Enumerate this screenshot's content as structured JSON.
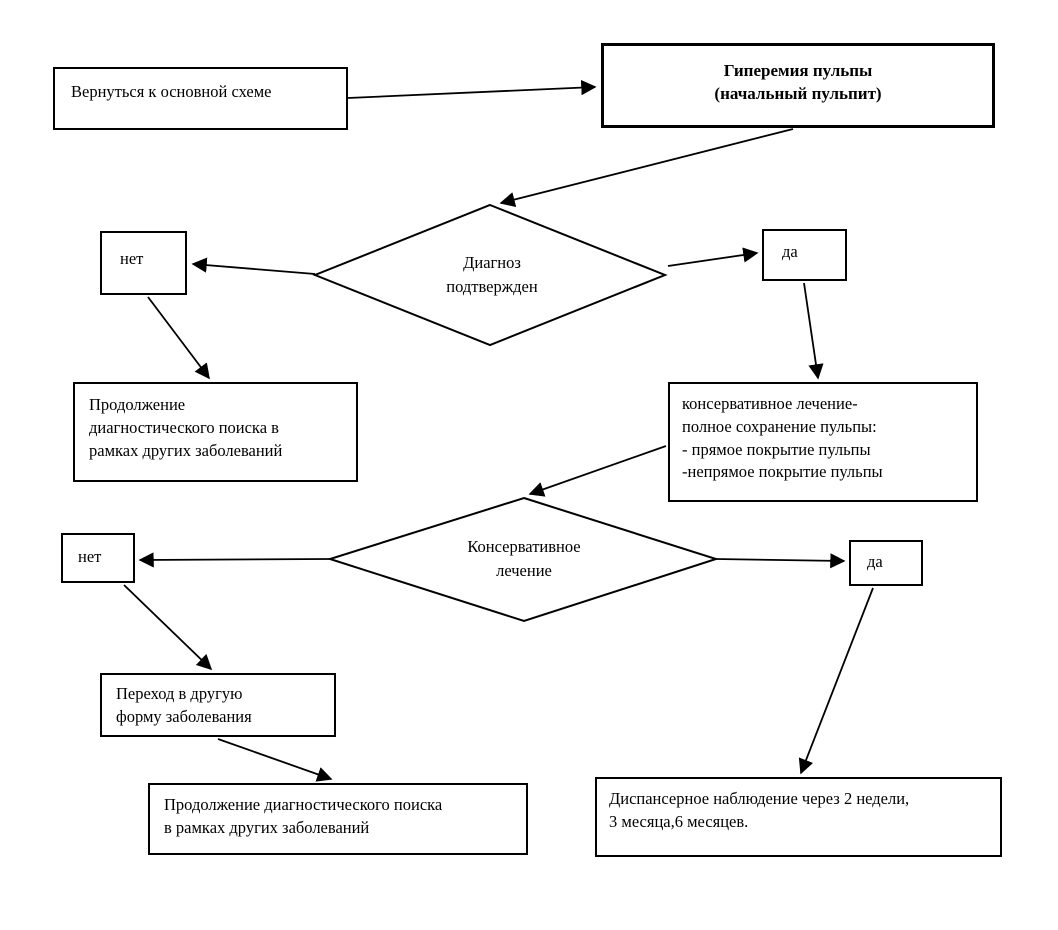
{
  "flowchart": {
    "return_link": "Вернуться к основной схеме",
    "title": "Гиперемия пульпы\n(начальный пульпит)",
    "decision1": "Диагноз\nподтвержден",
    "label_no1": "нет",
    "label_yes1": "да",
    "continue_search1": "Продолжение\nдиагностического  поиска в\nрамках других заболеваний",
    "conservative_treatment": "консервативное лечение-\nполное сохранение пульпы:\n- прямое  покрытие  пульпы\n-непрямое  покрытие пульпы",
    "decision2": "Консервативное\nлечение",
    "label_no2": "нет",
    "label_yes2": "да",
    "transition": "Переход в другую\nформу заболевания",
    "continue_search2": "Продолжение  диагностического  поиска\nв  рамках  других  заболеваний",
    "dispensary": "Диспансерное наблюдение через 2 недели,\n 3 месяца,6 месяцев.",
    "colors": {
      "line": "#000000",
      "background": "#ffffff",
      "text": "#000000"
    }
  }
}
